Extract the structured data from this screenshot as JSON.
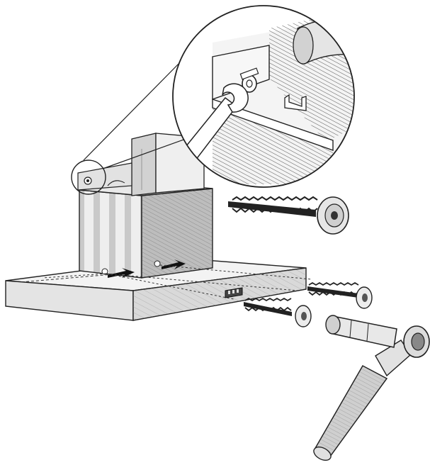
{
  "diagram": {
    "kind": "installation-illustration",
    "style": "black-and-white line art with hatched shading",
    "colors": {
      "ink": "#222222",
      "light_fill": "#f1f1f1",
      "mid_fill": "#d6d6d6",
      "dark_fill": "#9a9a9a"
    },
    "components": [
      "chimney-cover",
      "chimney-base",
      "hood-canopy",
      "control-panel",
      "mounting-screw",
      "mounting-washer",
      "socket-wrench",
      "detail-callout"
    ]
  }
}
